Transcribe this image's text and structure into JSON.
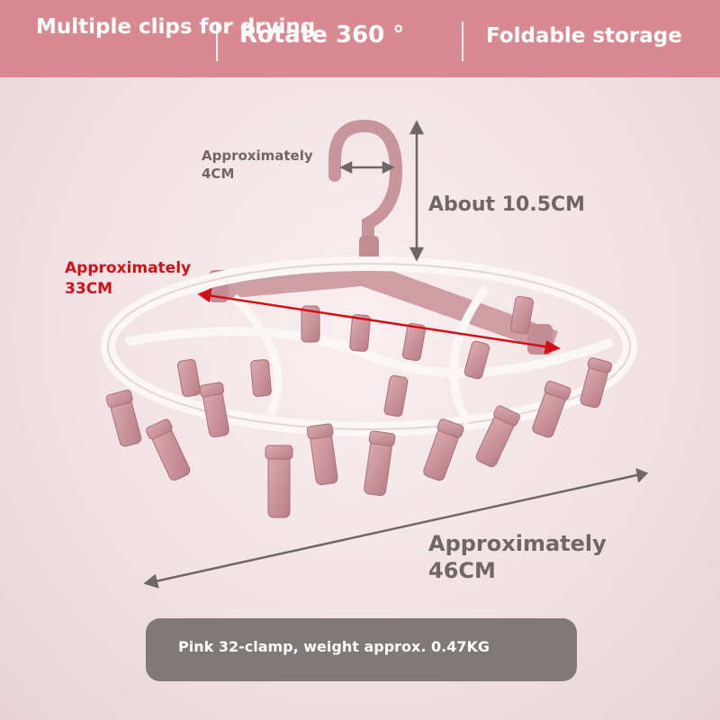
{
  "banner": {
    "feature_1": "Multiple clips for drying",
    "feature_2": "Rotate 360 °",
    "feature_3": "Foldable storage"
  },
  "dimensions": {
    "hook_width": "Approximately 4CM",
    "hook_height": "About 10.5CM",
    "inner_span": "Approximately 33CM",
    "outer_span": "Approximately 46CM"
  },
  "caption": "Pink 32-clamp, weight approx. 0.47KG",
  "colors": {
    "banner": "#d98a90",
    "product_pink": "#c9959d",
    "frame_white": "#fbf7f6",
    "highlight_red": "#d31016",
    "caption_bg": "#7f797a"
  }
}
